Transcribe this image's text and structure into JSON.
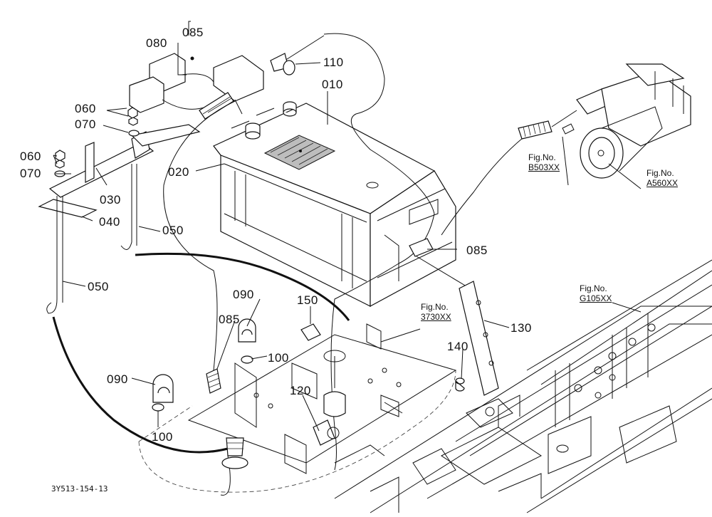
{
  "diagram": {
    "part_labels": {
      "p085_top": "085",
      "p080": "080",
      "p110": "110",
      "p010": "010",
      "p060_a": "060",
      "p070_a": "070",
      "p060_b": "060",
      "p070_b": "070",
      "p020": "020",
      "p030": "030",
      "p040": "040",
      "p050_a": "050",
      "p050_b": "050",
      "p085_right": "085",
      "p090_a": "090",
      "p150": "150",
      "p085_mid": "085",
      "p100_a": "100",
      "p130": "130",
      "p140": "140",
      "p120": "120",
      "p090_b": "090",
      "p100_b": "100"
    },
    "figure_refs": {
      "b503": {
        "label": "Fig.No.",
        "number": "B503XX"
      },
      "a560": {
        "label": "Fig.No.",
        "number": "A560XX"
      },
      "f3730": {
        "label": "Fig.No.",
        "number": "3730XX"
      },
      "g105": {
        "label": "Fig.No.",
        "number": "G105XX"
      }
    },
    "drawing_code": "3Y513-154-13"
  }
}
